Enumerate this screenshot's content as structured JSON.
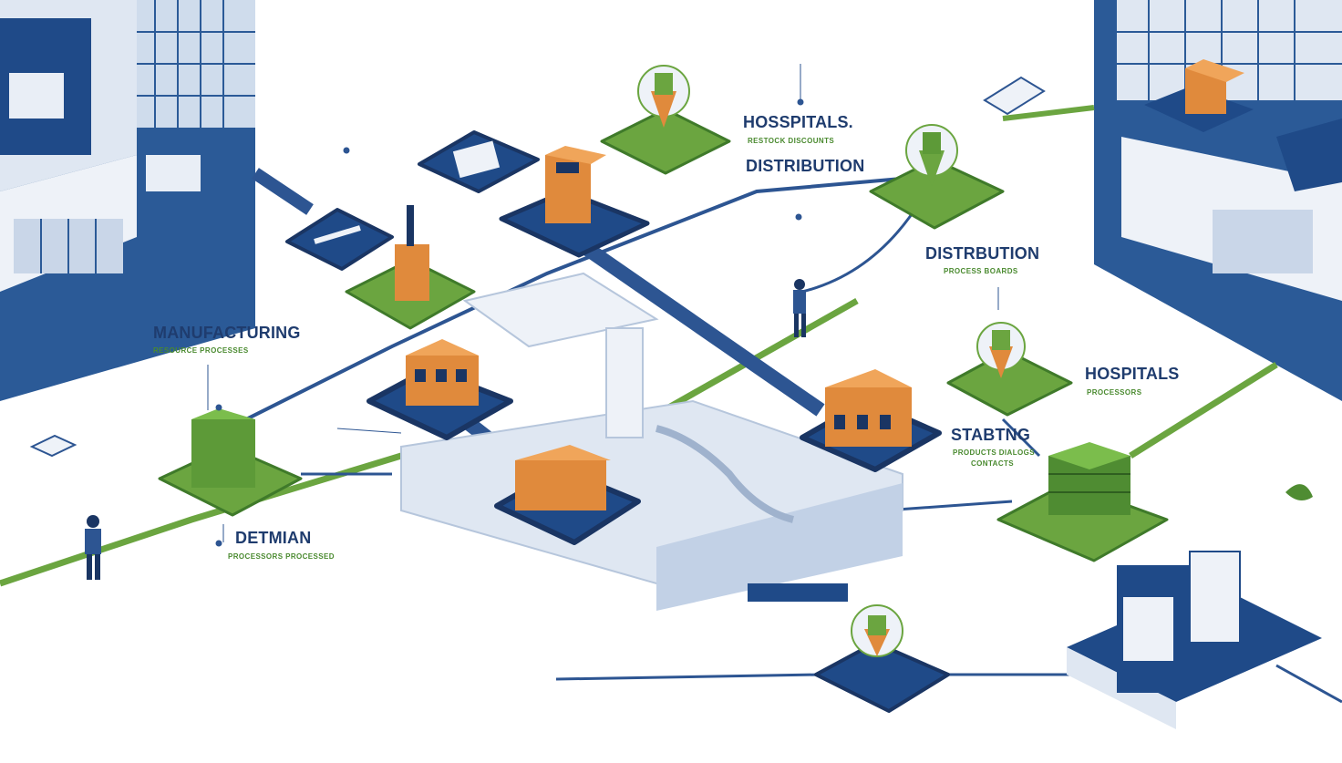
{
  "colors": {
    "navy": "#1f4a88",
    "navy_dark": "#1a3563",
    "green": "#6ba540",
    "green_dark": "#3f7a2a",
    "orange": "#e08a3c",
    "pale_blue": "#dfe7f2",
    "line": "#2d5592"
  },
  "labels": {
    "hospitals_top": "HOSSPITALS.",
    "hospitals_top_sub": "RESTOCK DISCOUNTS",
    "distribution_top": "DISTRIBUTION",
    "distribution_right": "DISTRBUTION",
    "distribution_right_sub": "PROCESS BOARDS",
    "manufacturing": "MANUFACTURING",
    "manufacturing_sub": "RESOURCE PROCESSES",
    "hospitals_right": "HOSPITALS",
    "hospitals_right_sub": "PROCESSORS",
    "stabing": "STABTNG",
    "stabing_sub1": "PRODUCTS DIALOGS",
    "stabing_sub2": "CONTACTS",
    "detmian": "DETMIAN",
    "detmian_sub": "PROCESSORS PROCESSED"
  }
}
